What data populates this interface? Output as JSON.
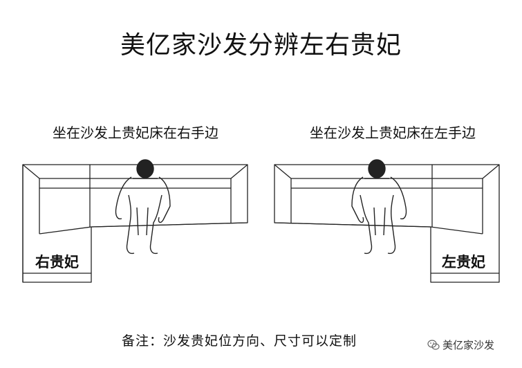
{
  "title": "美亿家沙发分辨左右贵妃",
  "left_diagram": {
    "caption": "坐在沙发上贵妃床在右手边",
    "label": "右贵妃"
  },
  "right_diagram": {
    "caption": "坐在沙发上贵妃床在左手边",
    "label": "左贵妃"
  },
  "note": "备注：沙发贵妃位方向、尺寸可以定制",
  "watermark": {
    "text": "美亿家沙发",
    "icon": "wechat-icon"
  }
}
